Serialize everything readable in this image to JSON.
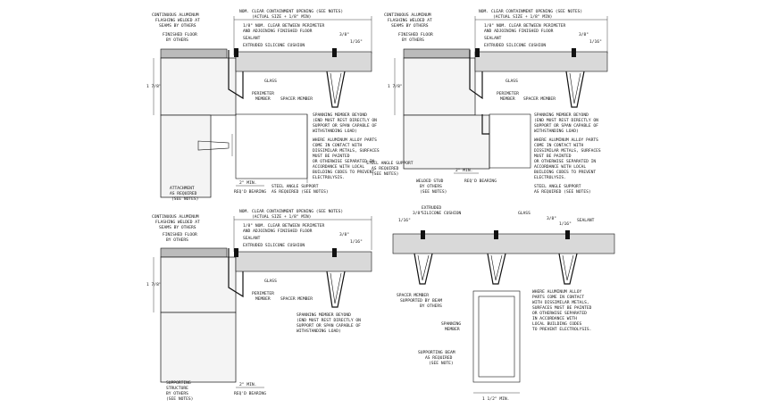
{
  "details": [
    {
      "id": "detail-a",
      "labels": {
        "clear_opening": "NOM. CLEAR CONTAINMENT OPENING (SEE NOTES)",
        "actual_size": "(ACTUAL SIZE + 1/8\" MIN)",
        "flashing": [
          "CONTINUOUS ALUMINUM",
          "FLASHING WELDED AT",
          "SEAMS BY OTHERS"
        ],
        "finished_floor": [
          "FINISHED FLOOR",
          "BY OTHERS"
        ],
        "clearance": [
          "1/8\" NOM. CLEAR BETWEEN PERIMETER",
          "AND ADJOINING FINISHED FLOOR"
        ],
        "sealant": "SEALANT",
        "cushion": "EXTRUDED SILICONE CUSHION",
        "glass": "GLASS",
        "perimeter_member": [
          "PERIMETER",
          "MEMBER"
        ],
        "spacer_member": "SPACER MEMBER",
        "spanning_member": [
          "SPANNING MEMBER BEYOND",
          "(END MUST REST DIRECTLY ON",
          "SUPPORT OR SPAN CAPABLE OF",
          "WITHSTANDING LOAD)"
        ],
        "aluminum_note": [
          "WHERE ALUMINUM ALLOY PARTS",
          "COME IN CONTACT WITH",
          "DISSIMILAR METALS, SURFACES",
          "MUST BE PAINTED",
          "OR OTHERWISE SEPARATED IN",
          "ACCORDANCE WITH LOCAL",
          "BUILDING CODES TO PREVENT",
          "ELECTROLYSIS."
        ],
        "attachment": [
          "ATTACHMENT",
          "AS REQUIRED",
          "(SEE NOTES)"
        ],
        "steel_angle": [
          "STEEL ANGLE SUPPORT",
          "AS REQUIRED (SEE NOTES)"
        ],
        "dim_min": "2\" MIN.",
        "req_bearing": "REQ'D BEARING",
        "dim_vertical": "1 7/8\"",
        "dim_small_1": "3/8\"",
        "dim_small_2": "1/16\""
      }
    },
    {
      "id": "detail-b",
      "labels": {
        "clear_opening": "NOM. CLEAR CONTAINMENT OPENING (SEE NOTES)",
        "actual_size": "(ACTUAL SIZE + 1/8\" MIN)",
        "flashing": [
          "CONTINUOUS ALUMINUM",
          "FLASHING WELDED AT",
          "SEAMS BY OTHERS"
        ],
        "finished_floor": [
          "FINISHED FLOOR",
          "BY OTHERS"
        ],
        "clearance": [
          "1/8\" NOM. CLEAR BETWEEN PERIMETER",
          "AND ADJOINING FINISHED FLOOR"
        ],
        "sealant": "SEALANT",
        "cushion": "EXTRUDED SILICONE CUSHION",
        "glass": "GLASS",
        "perimeter_member": [
          "PERIMETER",
          "MEMBER"
        ],
        "spacer_member": "SPACER MEMBER",
        "spanning_member": [
          "SPANNING MEMBER BEYOND",
          "(END MUST REST DIRECTLY ON",
          "SUPPORT OR SPAN CAPABLE OF",
          "WITHSTANDING LOAD)"
        ],
        "aluminum_note": [
          "WHERE ALUMINUM ALLOY PARTS",
          "COME IN CONTACT WITH",
          "DISSIMILAR METALS, SURFACES",
          "MUST BE PAINTED",
          "OR OTHERWISE SEPARATED IN",
          "ACCORDANCE WITH LOCAL",
          "BUILDING CODES TO PREVENT",
          "ELECTROLYSIS."
        ],
        "steel_angle_left": [
          "STEEL ANGLE SUPPORT",
          "AS REQUIRED",
          "(SEE NOTES)"
        ],
        "welded_stud": [
          "WELDED STUD",
          "BY OTHERS",
          "(SEE NOTES)"
        ],
        "steel_angle": [
          "STEEL ANGLE SUPPORT",
          "AS REQUIRED (SEE NOTES)"
        ],
        "dim_min": "2\" MIN.",
        "req_bearing": "REQ'D BEARING",
        "dim_vertical": "1 7/8\"",
        "dim_small_1": "3/8\"",
        "dim_small_2": "1/16\""
      }
    },
    {
      "id": "detail-c",
      "labels": {
        "clear_opening": "NOM. CLEAR CONTAINMENT OPENING (SEE NOTES)",
        "actual_size": "(ACTUAL SIZE + 1/8\" MIN)",
        "flashing": [
          "CONTINUOUS ALUMINUM",
          "FLASHING WELDED AT",
          "SEAMS BY OTHERS"
        ],
        "finished_floor": [
          "FINISHED FLOOR",
          "BY OTHERS"
        ],
        "clearance": [
          "1/8\" NOM. CLEAR BETWEEN PERIMETER",
          "AND ADJOINING FINISHED FLOOR"
        ],
        "sealant": "SEALANT",
        "cushion": "EXTRUDED SILICONE CUSHION",
        "glass": "GLASS",
        "perimeter_member": [
          "PERIMETER",
          "MEMBER"
        ],
        "spacer_member": "SPACER MEMBER",
        "spanning_member": [
          "SPANNING MEMBER BEYOND",
          "(END MUST REST DIRECTLY ON",
          "SUPPORT OR SPAN CAPABLE OF",
          "WITHSTANDING LOAD)"
        ],
        "supporting_structure": [
          "SUPPORTING",
          "STRUCTURE",
          "BY OTHERS",
          "(SEE NOTES)"
        ],
        "dim_min": "2\" MIN.",
        "req_bearing": "REQ'D BEARING",
        "dim_vertical": "1 7/8\"",
        "dim_small_1": "3/8\"",
        "dim_small_2": "1/16\""
      }
    },
    {
      "id": "detail-d",
      "labels": {
        "dim_left": "1/16\"",
        "dim_left_2": "3/8\"",
        "cushion": [
          "EXTRUDED",
          "SILICONE CUSHION"
        ],
        "glass": "GLASS",
        "sealant": "SEALANT",
        "dim_right_1": "3/8\"",
        "dim_right_2": "1/16\"",
        "spacer_member": [
          "SPACER MEMBER",
          "SUPPORTED BY BEAM",
          "BY OTHERS"
        ],
        "spanning_member": [
          "SPANNING",
          "MEMBER"
        ],
        "aluminum_note": [
          "WHERE ALUMINUM ALLOY",
          "PARTS COME IN CONTACT",
          "WITH DISSIMILAR METALS,",
          "SURFACES MUST BE PAINTED",
          "OR OTHERWISE SEPARATED",
          "IN ACCORDANCE WITH",
          "LOCAL BUILDING CODES",
          "TO PREVENT ELECTROLYSIS."
        ],
        "supporting_beam": [
          "SUPPORTING BEAM",
          "AS REQUIRED",
          "(SEE NOTE)"
        ],
        "dim_bottom": "1 1/2\" MIN."
      }
    }
  ]
}
